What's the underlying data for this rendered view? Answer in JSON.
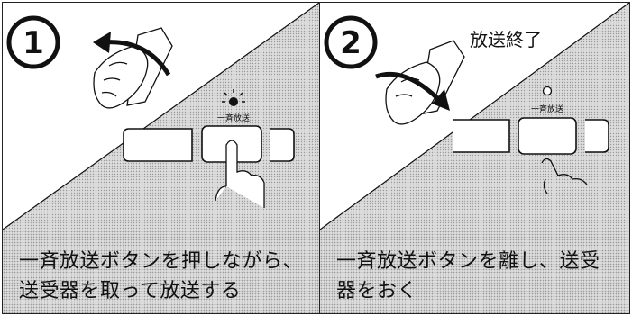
{
  "steps": [
    {
      "number": "①",
      "button_label": "一斉放送",
      "caption_lines": [
        "一斉放送ボタンを押しながら、",
        "送受器を取って放送する"
      ]
    },
    {
      "number": "②",
      "status_text": "放送終了",
      "button_label": "一斉放送",
      "caption_lines": [
        "一斉放送ボタンを離し、送受",
        "器をおく"
      ]
    }
  ],
  "colors": {
    "ink": "#111111",
    "screen_tone": "#dcdcdc",
    "border": "#222222"
  }
}
